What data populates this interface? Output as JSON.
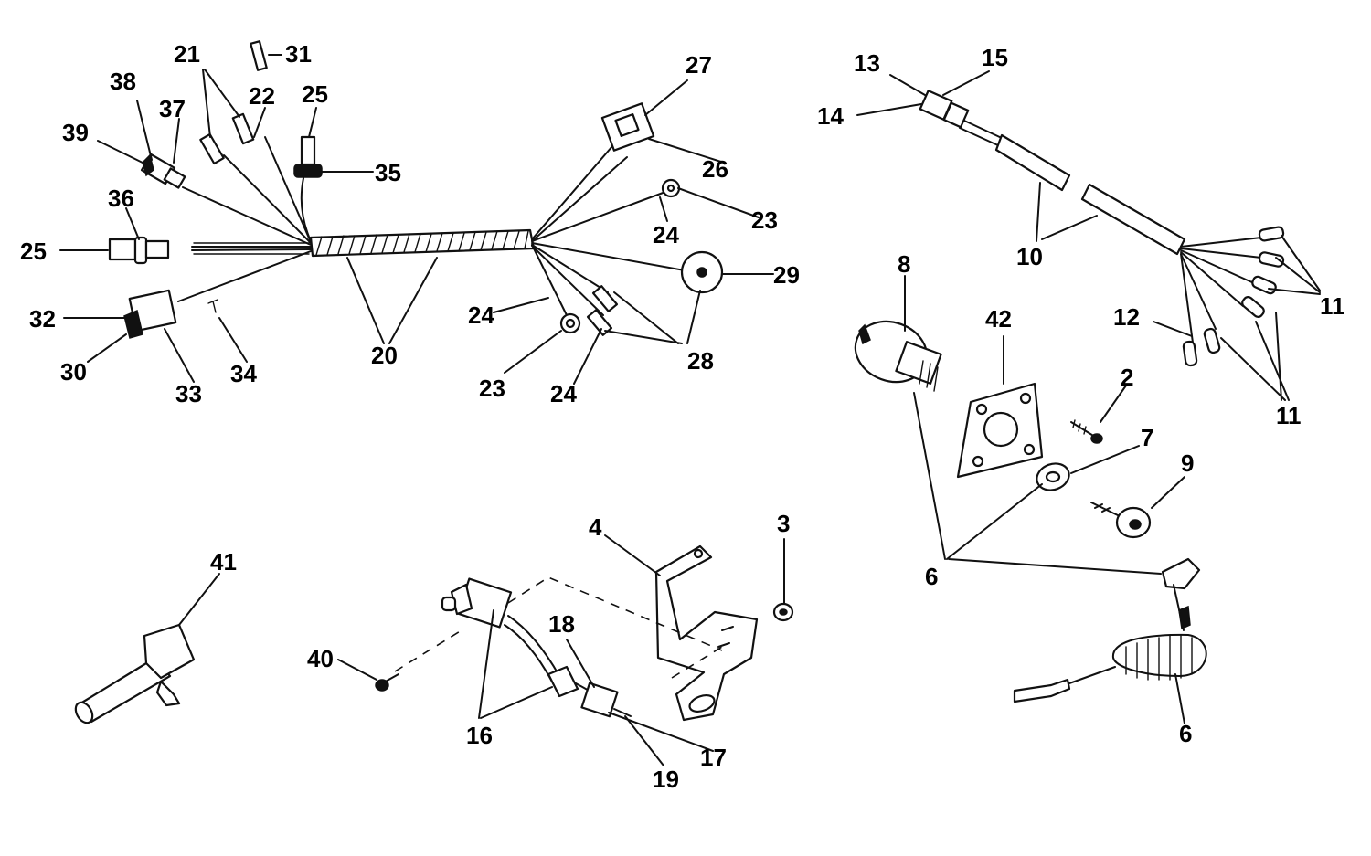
{
  "callouts": [
    {
      "id": "c38",
      "text": "38"
    },
    {
      "id": "c21",
      "text": "21"
    },
    {
      "id": "c31",
      "text": "31"
    },
    {
      "id": "c22",
      "text": "22"
    },
    {
      "id": "c25a",
      "text": "25"
    },
    {
      "id": "c37",
      "text": "37"
    },
    {
      "id": "c39",
      "text": "39"
    },
    {
      "id": "c35",
      "text": "35"
    },
    {
      "id": "c36",
      "text": "36"
    },
    {
      "id": "c25b",
      "text": "25"
    },
    {
      "id": "c32",
      "text": "32"
    },
    {
      "id": "c30",
      "text": "30"
    },
    {
      "id": "c33",
      "text": "33"
    },
    {
      "id": "c34",
      "text": "34"
    },
    {
      "id": "c20",
      "text": "20"
    },
    {
      "id": "c27",
      "text": "27"
    },
    {
      "id": "c26",
      "text": "26"
    },
    {
      "id": "c23a",
      "text": "23"
    },
    {
      "id": "c24a",
      "text": "24"
    },
    {
      "id": "c29",
      "text": "29"
    },
    {
      "id": "c24b",
      "text": "24"
    },
    {
      "id": "c23b",
      "text": "23"
    },
    {
      "id": "c24c",
      "text": "24"
    },
    {
      "id": "c28",
      "text": "28"
    },
    {
      "id": "c13",
      "text": "13"
    },
    {
      "id": "c15",
      "text": "15"
    },
    {
      "id": "c14",
      "text": "14"
    },
    {
      "id": "c10",
      "text": "10"
    },
    {
      "id": "c11a",
      "text": "11"
    },
    {
      "id": "c12",
      "text": "12"
    },
    {
      "id": "c11b",
      "text": "11"
    },
    {
      "id": "c8",
      "text": "8"
    },
    {
      "id": "c42",
      "text": "42"
    },
    {
      "id": "c2",
      "text": "2"
    },
    {
      "id": "c7",
      "text": "7"
    },
    {
      "id": "c9",
      "text": "9"
    },
    {
      "id": "c6a",
      "text": "6"
    },
    {
      "id": "c6b",
      "text": "6"
    },
    {
      "id": "c41",
      "text": "41"
    },
    {
      "id": "c4",
      "text": "4"
    },
    {
      "id": "c3",
      "text": "3"
    },
    {
      "id": "c18",
      "text": "18"
    },
    {
      "id": "c40",
      "text": "40"
    },
    {
      "id": "c16",
      "text": "16"
    },
    {
      "id": "c17",
      "text": "17"
    },
    {
      "id": "c19",
      "text": "19"
    }
  ]
}
